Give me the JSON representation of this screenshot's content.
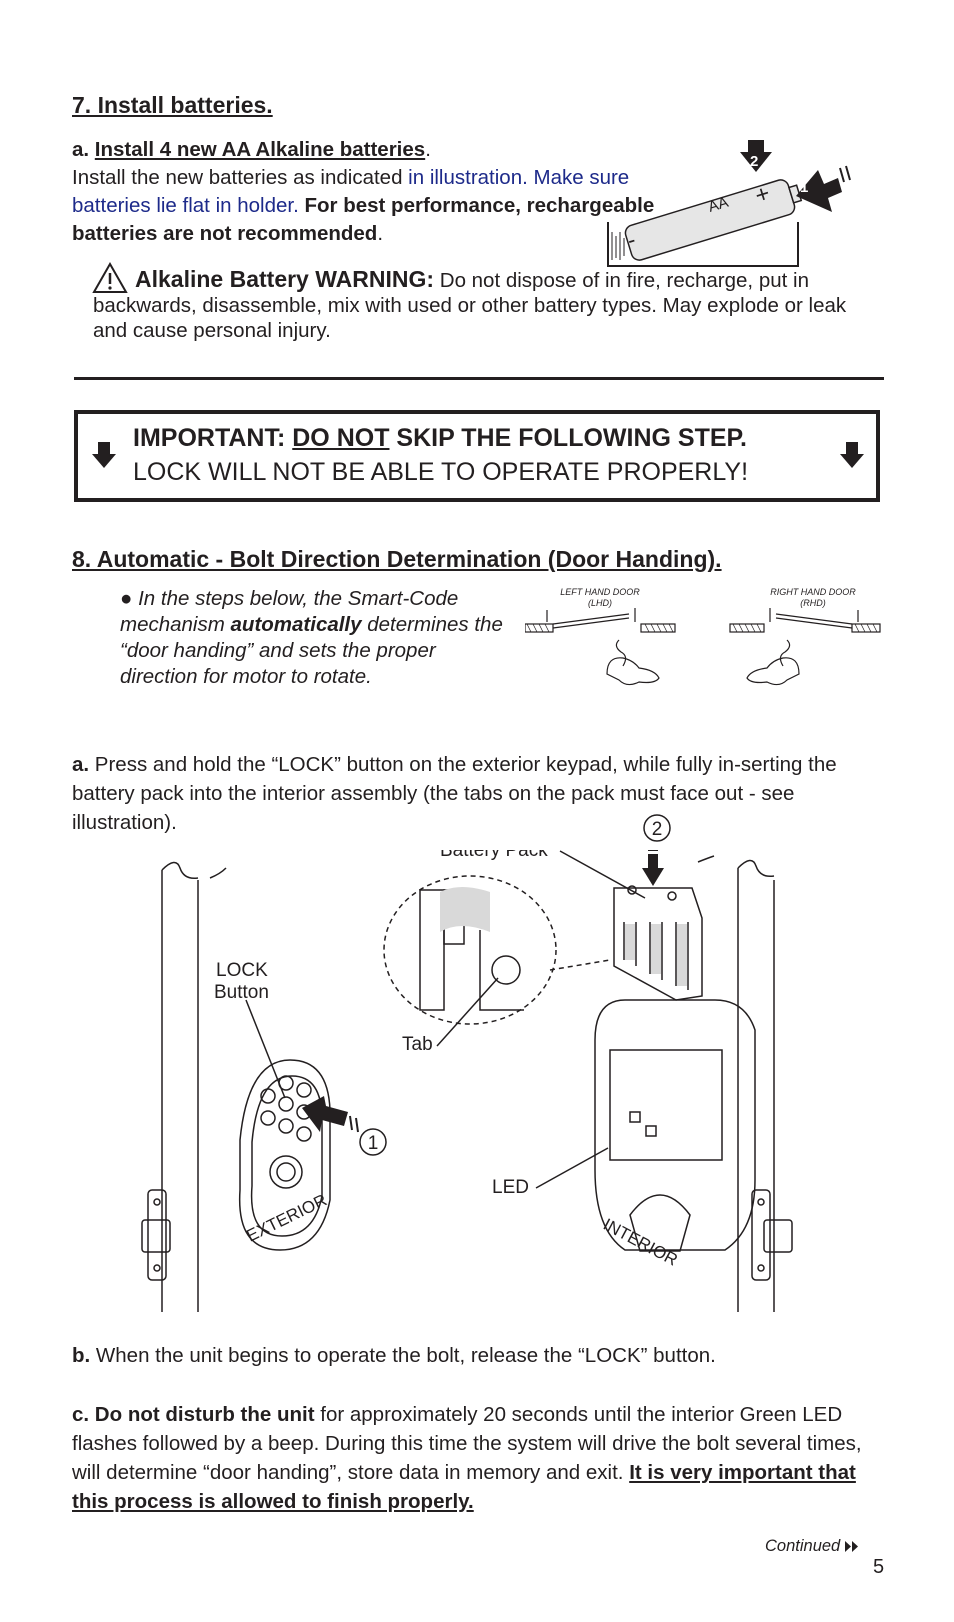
{
  "section7": {
    "heading": "7.  Install batteries.",
    "a_label": "a. ",
    "a_title": "Install 4 new AA Alkaline batteries",
    "a_period": ".",
    "text_plain": "Install the new batteries as indicated ",
    "text_blue": "in illustration. Make sure batteries lie flat in holder.",
    "text_bold": " For best performance, rechargeable batteries are not recommended",
    "text_end": ".",
    "battery_label": "AA",
    "plus_sign": "+",
    "minus_sign": "-",
    "callout_1": "1",
    "callout_2": "2"
  },
  "warning": {
    "title": "Alkaline Battery WARNING:",
    "text": " Do not dispose of in fire, recharge, put in backwards, disassemble, mix with used or other battery types. May explode or leak and cause personal injury."
  },
  "important": {
    "line1_prefix": "IMPORTANT: ",
    "line1_underlined": "DO NOT",
    "line1_suffix": " SKIP THE FOLLOWING STEP.",
    "line2": "LOCK WILL NOT BE ABLE TO OPERATE PROPERLY!"
  },
  "section8": {
    "heading": "8.  Automatic - Bolt Direction Determination (Door Handing).",
    "bullet_glyph": "●",
    "bullet_pre": "  In the steps below, the Smart-Code mechanism ",
    "bullet_bold": "automatically",
    "bullet_post": " determines the “door handing”  and sets the proper direction for motor to rotate.",
    "lhd_line1": "LEFT HAND DOOR",
    "lhd_line2": "(LHD)",
    "rhd_line1": "RIGHT HAND DOOR",
    "rhd_line2": "(RHD)",
    "a_label": "a.",
    "a_text": " Press and hold the “LOCK” button on the exterior keypad, while fully in-serting the battery pack into the interior assembly (the tabs on the pack must face out - see illustration).",
    "fig": {
      "battery_pack": "Battery Pack",
      "lock_button_1": "LOCK",
      "lock_button_2": "Button",
      "tab": "Tab",
      "led": "LED",
      "exterior": "EXTERIOR",
      "interior": "INTERIOR",
      "num1": "1",
      "num2": "2"
    },
    "b_label": "b.",
    "b_text": " When the unit begins to operate the bolt, release the “LOCK” button.",
    "c_label": "c. Do not disturb the unit",
    "c_text": " for approximately 20 seconds until the interior Green LED flashes followed by a beep. During this time the system will drive the bolt several times, will determine “door handing”, store data in memory and exit. ",
    "c_emph": "It is very important that this process is allowed to finish properly. "
  },
  "footer": {
    "continued": "Continued",
    "continued_icon": "double-arrow-right-icon",
    "page_number": "5"
  }
}
